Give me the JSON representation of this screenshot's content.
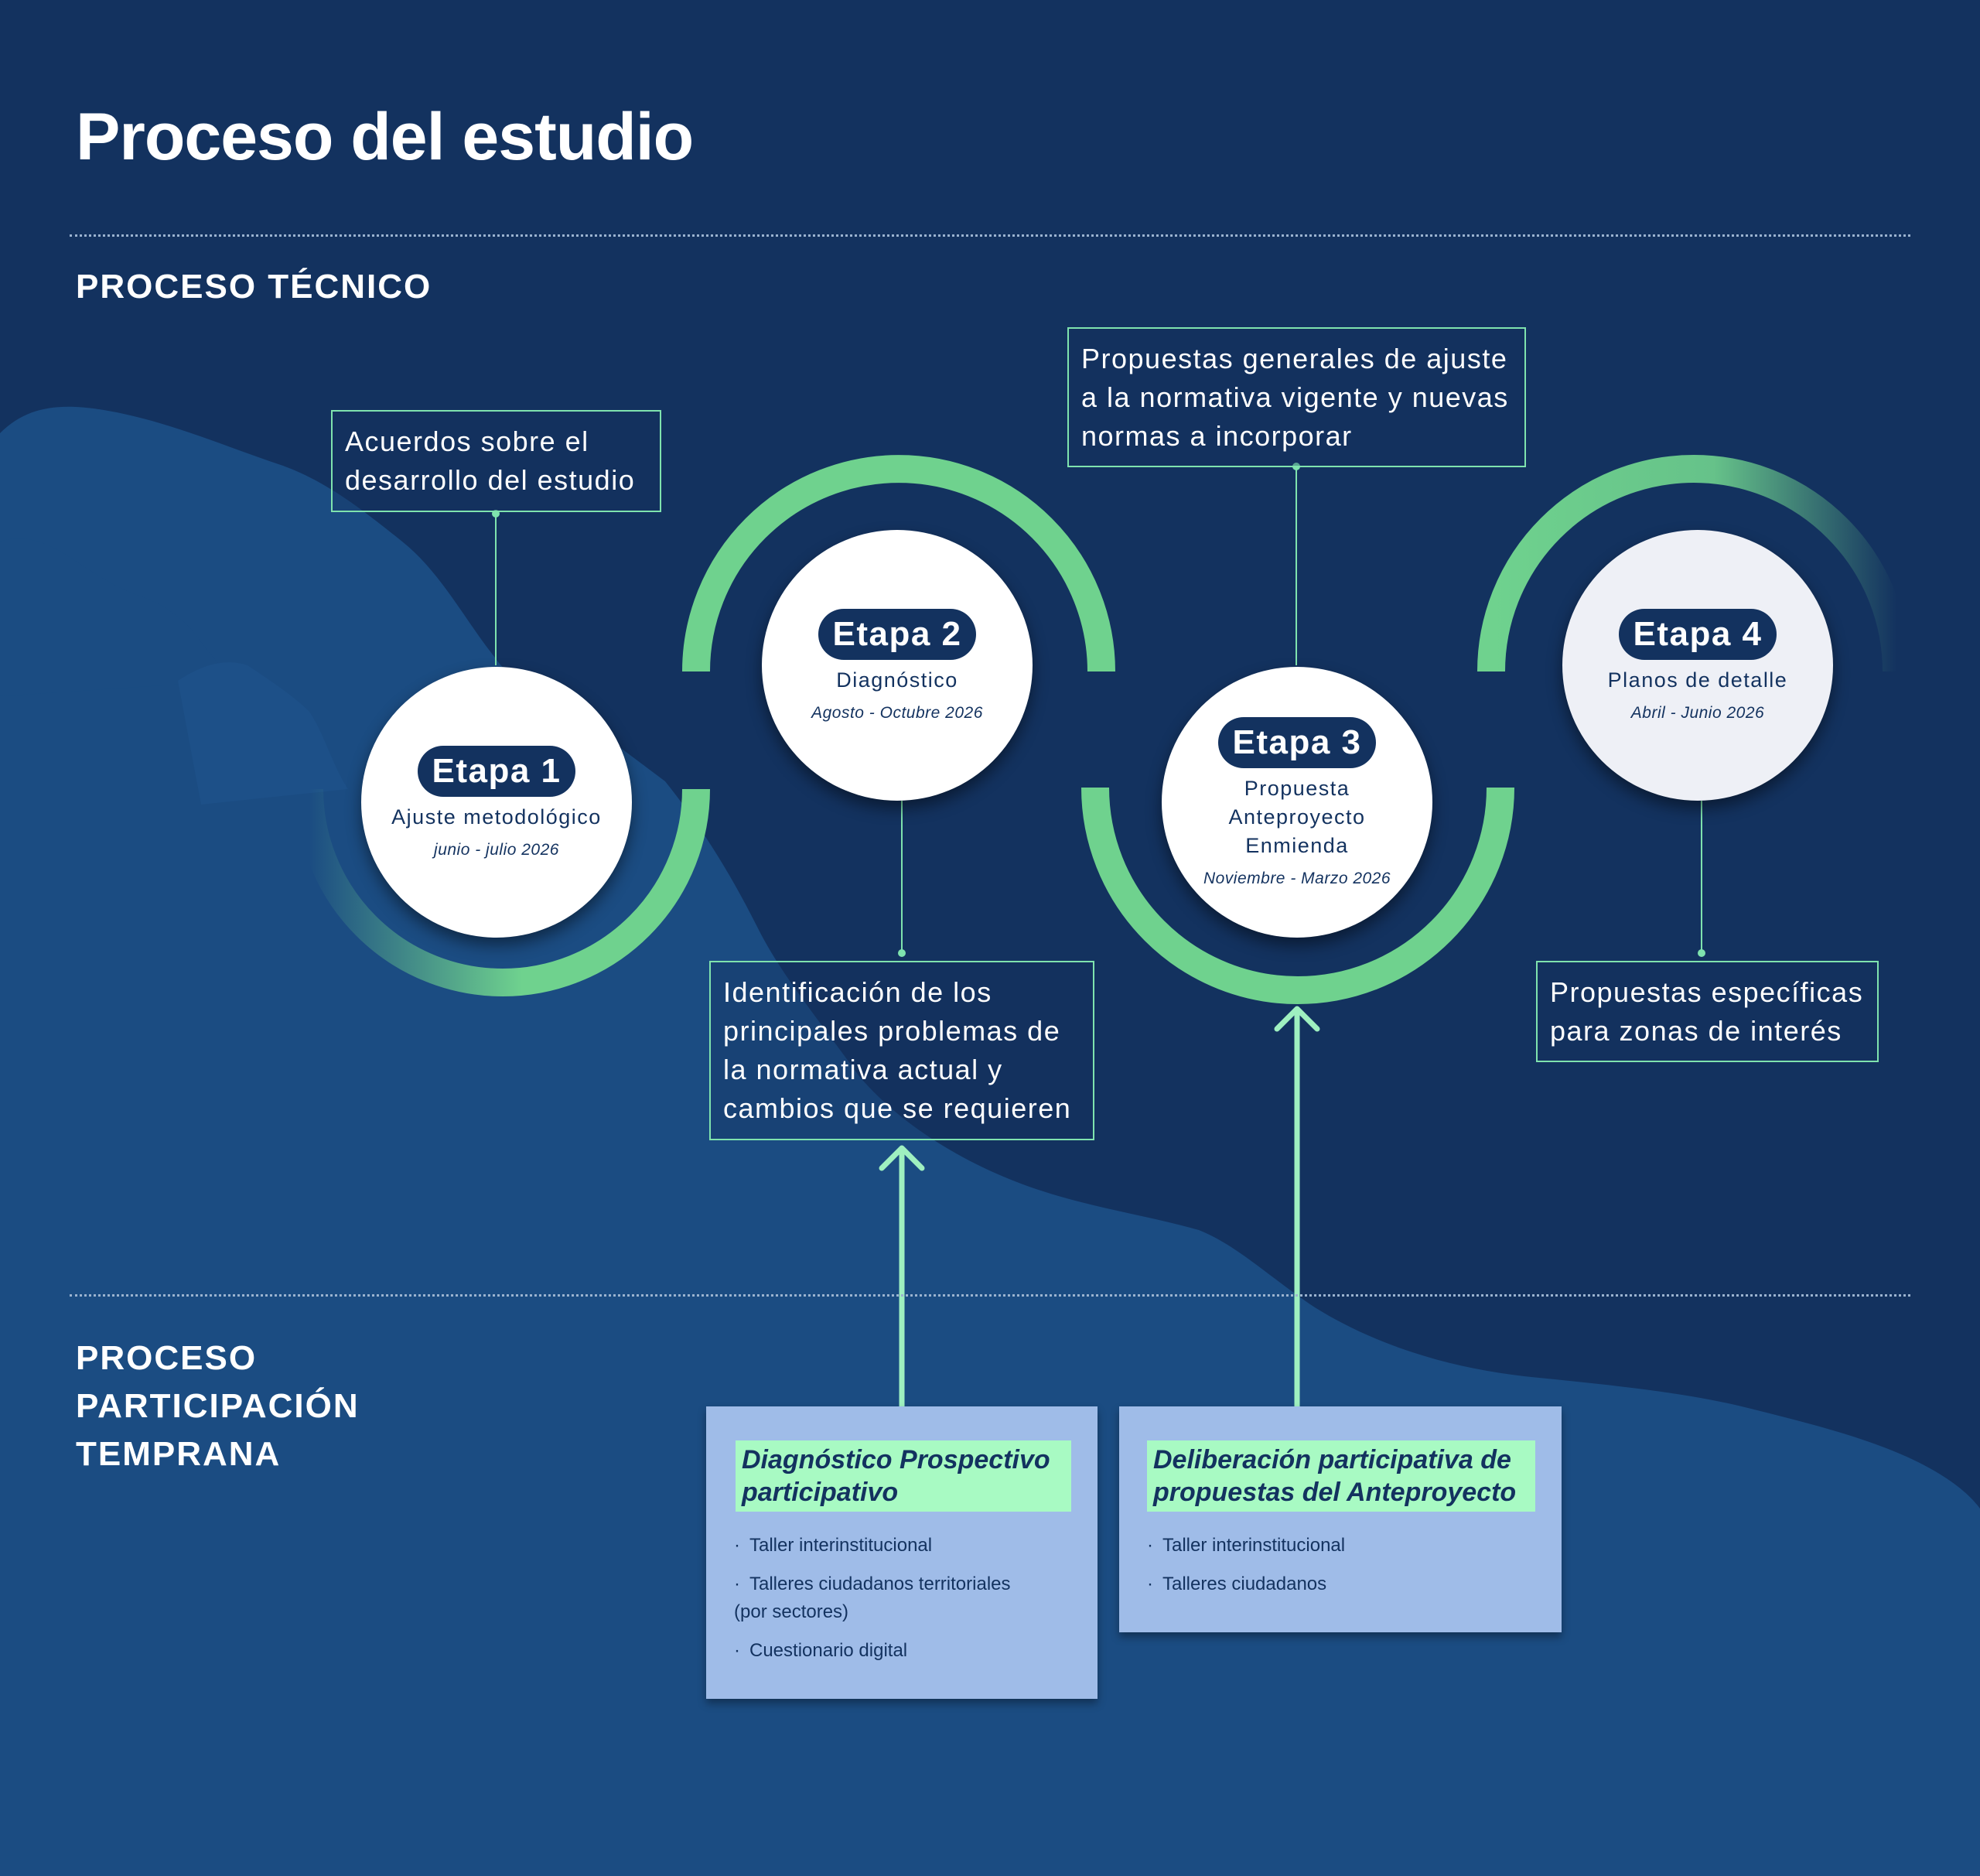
{
  "title": "Proceso del estudio",
  "sections": {
    "technical": "PROCESO TÉCNICO",
    "participation": [
      "PROCESO",
      "PARTICIPACIÓN",
      "TEMPRANA"
    ]
  },
  "stages": [
    {
      "badge": "Etapa  1",
      "name": "Ajuste metodológico",
      "date": "junio - julio 2026"
    },
    {
      "badge": "Etapa 2",
      "name": "Diagnóstico",
      "date": "Agosto - Octubre 2026"
    },
    {
      "badge": "Etapa 3",
      "name_lines": [
        "Propuesta",
        "Anteproyecto",
        "Enmienda"
      ],
      "date": "Noviembre - Marzo 2026"
    },
    {
      "badge": "Etapa  4",
      "name": "Planos de detalle",
      "date": "Abril - Junio 2026"
    }
  ],
  "outcomes": {
    "stage1": [
      "Acuerdos sobre el",
      "desarrollo del estudio"
    ],
    "stage2": [
      "Identificación de los",
      "principales problemas de",
      "la normativa actual y",
      "cambios que se requieren"
    ],
    "stage3": [
      "Propuestas generales de ajuste",
      "a la normativa vigente y nuevas",
      "normas a incorporar"
    ],
    "stage4": [
      "Propuestas específicas",
      "para zonas de interés"
    ]
  },
  "participation": [
    {
      "title_lines": [
        "Diagnóstico Prospectivo",
        "participativo"
      ],
      "items": [
        [
          "Taller interinstitucional"
        ],
        [
          "Talleres ciudadanos territoriales",
          "(por sectores)"
        ],
        [
          "Cuestionario digital"
        ]
      ]
    },
    {
      "title_lines": [
        "Deliberación participativa de",
        "propuestas del Anteproyecto"
      ],
      "items": [
        [
          "Taller interinstitucional"
        ],
        [
          "Talleres ciudadanos"
        ]
      ]
    }
  ],
  "colors": {
    "background": "#13325f",
    "land": "#1b4c82",
    "accent_green": "#6fd28e",
    "connector": "#7fe3ae",
    "panel": "#9fbce8",
    "panel_title": "#a8fac3"
  }
}
